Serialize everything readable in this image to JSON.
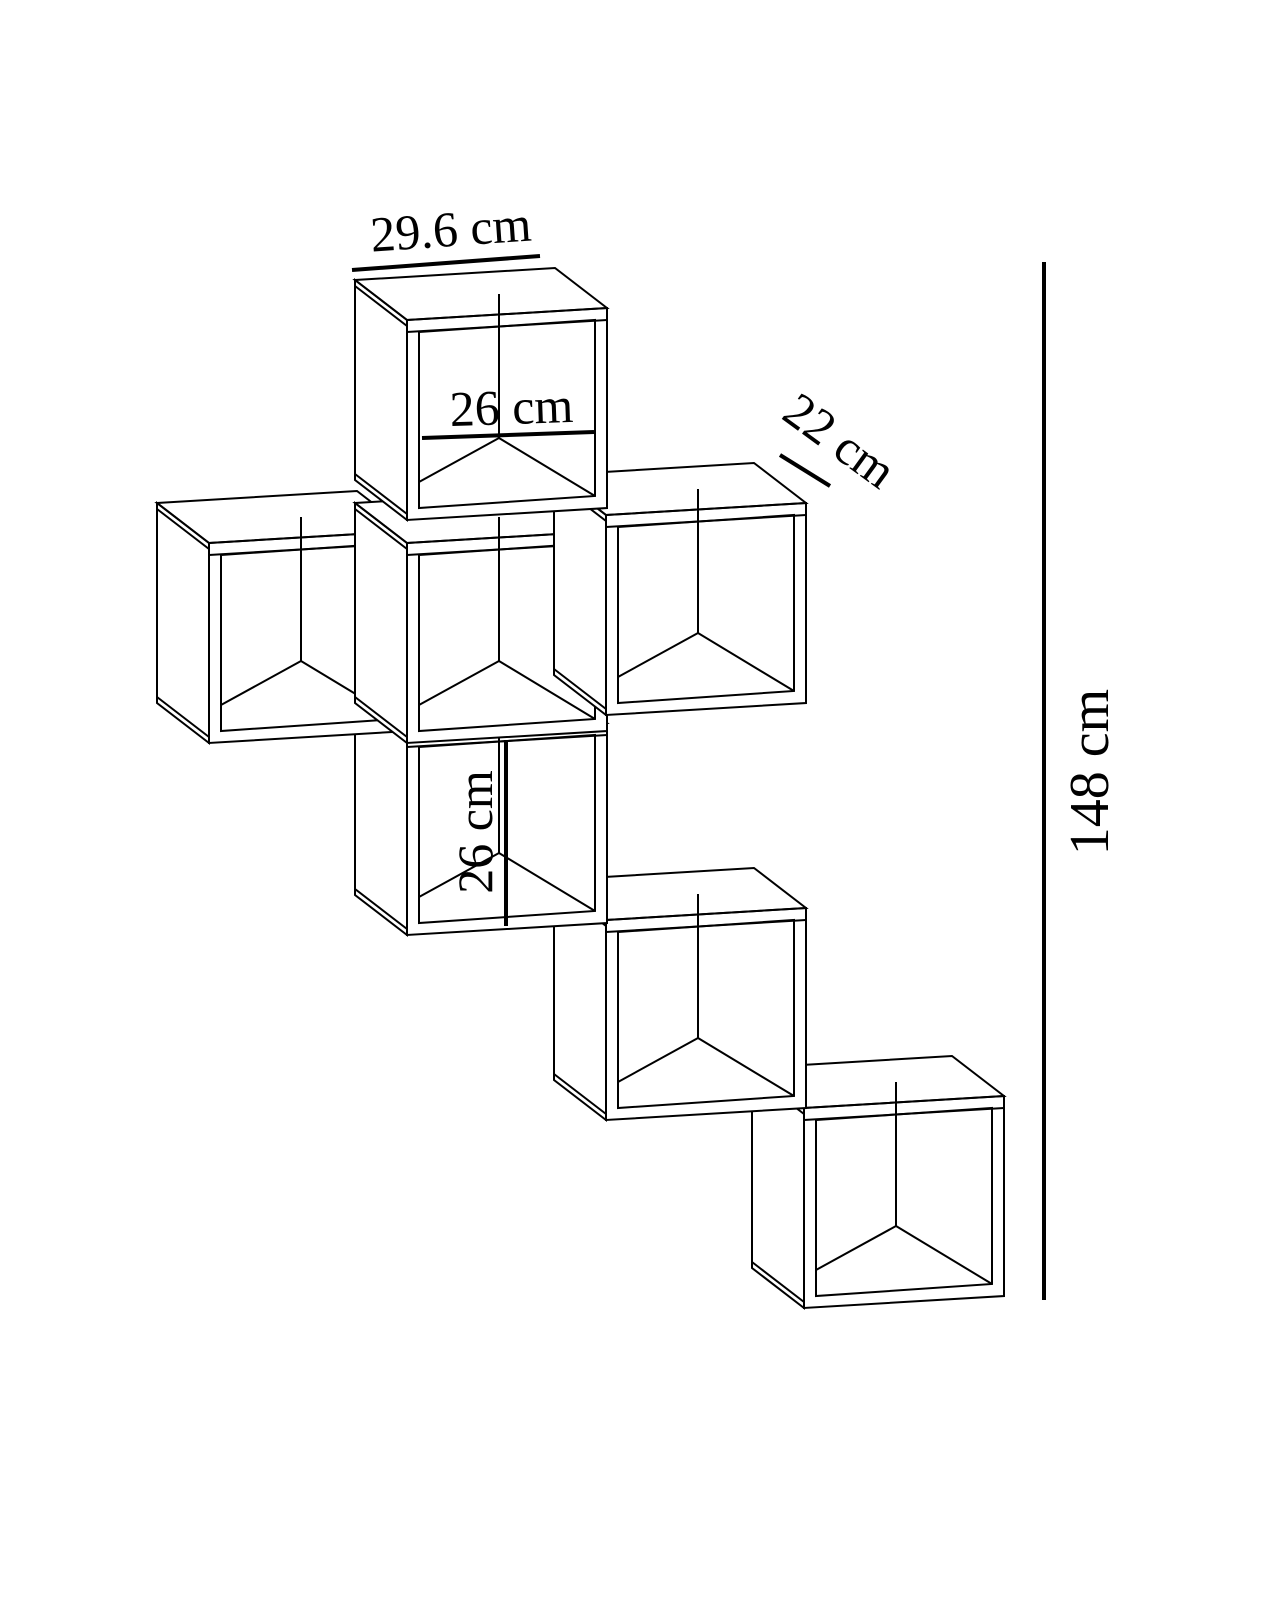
{
  "dimensions": {
    "overall_width": "29.6 cm",
    "inner_width": "26 cm",
    "depth": "22 cm",
    "inner_height": "26 cm",
    "total_height": "148 cm"
  },
  "colors": {
    "line": "#000000",
    "background": "#ffffff"
  }
}
